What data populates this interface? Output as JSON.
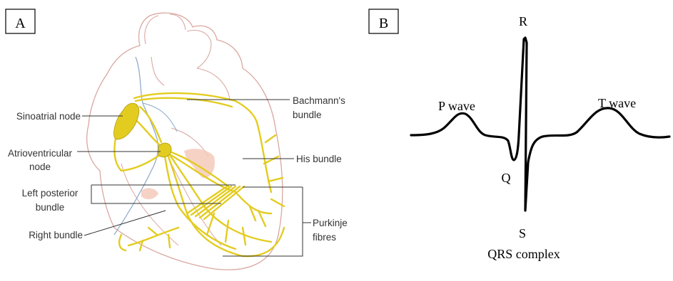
{
  "panel_a": {
    "label": "A",
    "labels": {
      "sinoatrial": "Sinoatrial node",
      "av1": "Atrioventricular",
      "av2": "node",
      "left1": "Left posterior",
      "left2": "bundle",
      "right": "Right bundle",
      "bachmann1": "Bachmann's",
      "bachmann2": "bundle",
      "his": "His bundle",
      "purkinje1": "Purkinje",
      "purkinje2": "fibres"
    },
    "colors": {
      "conduction": "#e3cc20",
      "outline": "#d9a8a0",
      "nerve": "#8aa6c8",
      "tissue": "#f4c7b6"
    }
  },
  "panel_b": {
    "label": "B",
    "waves": {
      "p": "P wave",
      "t": "T wave",
      "q": "Q",
      "r": "R",
      "s": "S",
      "qrs": "QRS complex"
    }
  }
}
